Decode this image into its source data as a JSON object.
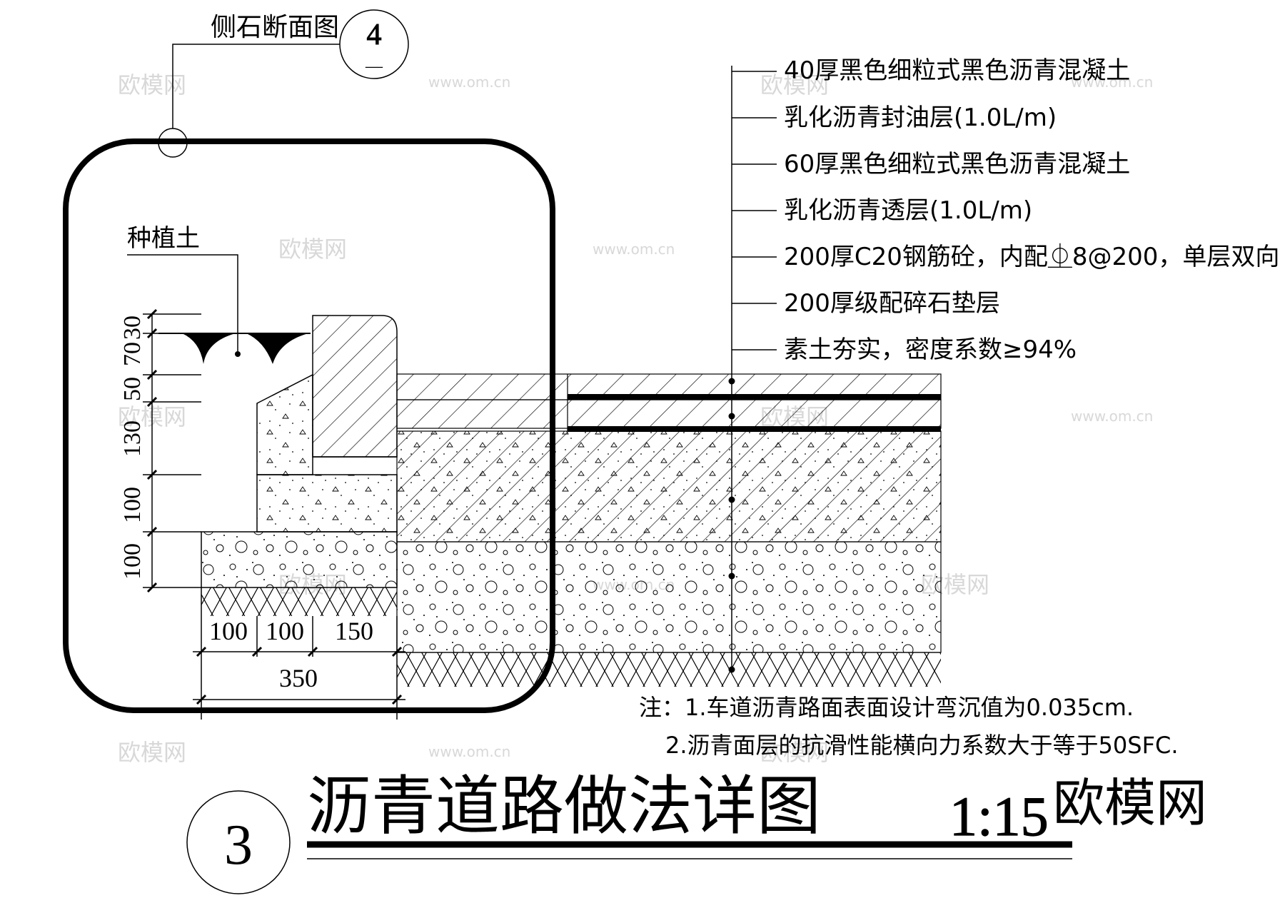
{
  "section_label": "侧石断面图",
  "section_ref_top": "4",
  "section_ref_bottom": "—",
  "planting_soil_label": "种植土",
  "layers": [
    "40厚黑色细粒式黑色沥青混凝土",
    "乳化沥青封油层(1.0L/m)",
    "60厚黑色细粒式黑色沥青混凝土",
    "乳化沥青透层(1.0L/m)",
    "200厚C20钢筋砼，内配⏂8@200，单层双向",
    "200厚级配碎石垫层",
    "素土夯实，密度系数≥94%"
  ],
  "vertical_dims": [
    "30",
    "70",
    "50",
    "130",
    "100",
    "100"
  ],
  "horizontal_dims": [
    "100",
    "100",
    "150"
  ],
  "total_width": "350",
  "notes": [
    "注：1.车道沥青路面表面设计弯沉值为0.035cm.",
    "2.沥青面层的抗滑性能横向力系数大于等于50SFC."
  ],
  "title": "沥青道路做法详图",
  "drawing_number": "3",
  "scale": "1:15",
  "watermarks": [
    "欧模网",
    "www.om.cn"
  ],
  "logo": "欧模网"
}
